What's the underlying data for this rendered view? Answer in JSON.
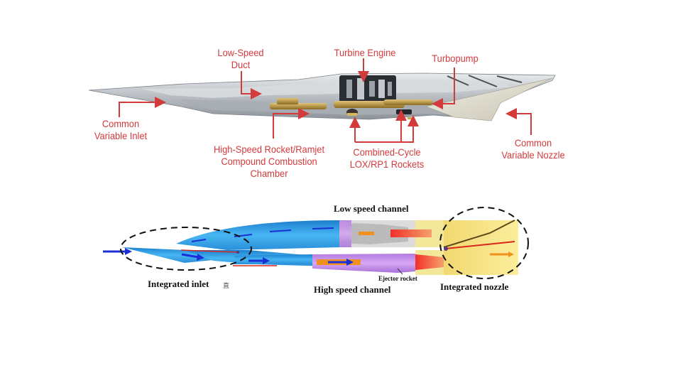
{
  "top_diagram": {
    "title": "Combined-cycle engine cutaway",
    "label_color": "#d33a3c",
    "labels": {
      "low_speed_duct": [
        "Low-Speed",
        "Duct"
      ],
      "turbine_engine": "Turbine Engine",
      "turbopump": "Turbopump",
      "common_variable_inlet": [
        "Common",
        "Variable Inlet"
      ],
      "high_speed_chamber": [
        "High-Speed Rocket/Ramjet",
        "Compound Combustion",
        "Chamber"
      ],
      "combined_cycle_rockets": [
        "Combined-Cycle",
        "LOX/RP1 Rockets"
      ],
      "common_variable_nozzle": [
        "Common",
        "Variable Nozzle"
      ]
    }
  },
  "bottom_diagram": {
    "title": "Integrated inlet / nozzle TBCC schematic",
    "labels": {
      "low_speed_channel": "Low speed channel",
      "high_speed_channel": "High speed channel",
      "ejector_rocket": "Ejector rocket",
      "integrated_inlet": "Integrated inlet",
      "inlet_artifact_glyph": "直",
      "integrated_nozzle": "Integrated nozzle"
    },
    "colors": {
      "duct_blue": "#3aa6e8",
      "flow_arrow_blue": "#1a2fd6",
      "rocket_purple": "#c48ee8",
      "nozzle_yellow": "#f8e27a",
      "flame_red": "#f2452a",
      "flow_arrow_orange": "#f0901e"
    }
  }
}
